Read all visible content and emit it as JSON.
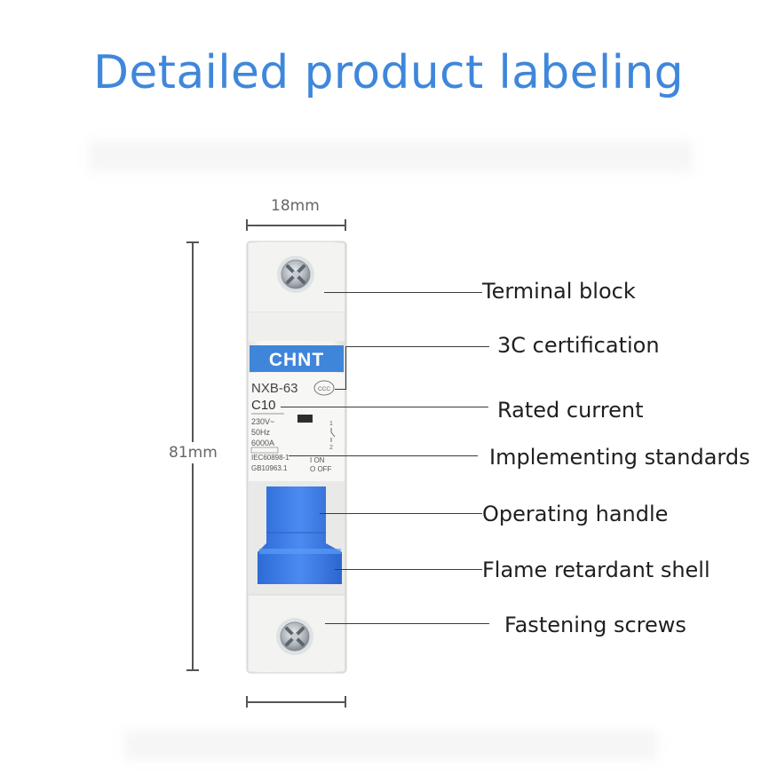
{
  "title": "Detailed product labeling",
  "dimensions": {
    "width": "18mm",
    "height": "81mm"
  },
  "device": {
    "brand": "CHNT",
    "model": "NXB-63",
    "rating": "C10",
    "voltage": "230V~",
    "frequency": "50Hz",
    "breaking_capacity": "6000A",
    "standard_1": "IEC60898-1",
    "standard_2": "GB10963.1",
    "on_label": "I ON",
    "off_label": "O OFF",
    "cert_mark": "CCC",
    "terminal_1": "1",
    "terminal_2": "2"
  },
  "callouts": {
    "terminal_block": "Terminal block",
    "cert": "3C certification",
    "rated_current": "Rated current",
    "standards": "Implementing standards",
    "handle": "Operating handle",
    "shell": "Flame retardant shell",
    "screws": "Fastening screws"
  },
  "colors": {
    "title": "#3f87db",
    "brand_label": "#3f86db",
    "handle": "#3f7ee8",
    "body": "#f3f3f1"
  }
}
